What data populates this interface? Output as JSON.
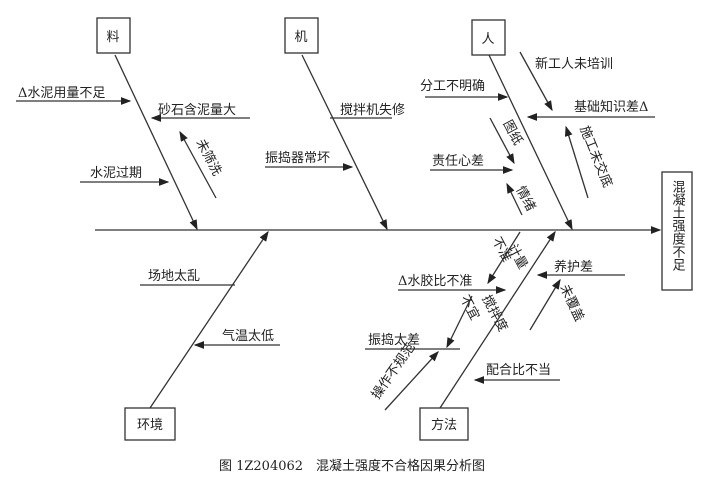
{
  "effect": "混凝土强度不足",
  "categories": {
    "material": "料",
    "machine": "机",
    "man": "人",
    "environment": "环境",
    "method": "方法"
  },
  "causes": {
    "material": [
      "Δ水泥用量不足",
      "砂石含泥量大",
      "未筛洗",
      "水泥过期"
    ],
    "machine": [
      "搅拌机失修",
      "振捣器常坏"
    ],
    "man": [
      "分工不明确",
      "责任心差",
      "图纸",
      "情绪",
      "新工人未培训",
      "基础知识差Δ",
      "施工未交底"
    ],
    "environment": [
      "场地太乱",
      "气温太低"
    ],
    "method": [
      "计量",
      "不准",
      "Δ水胶比不准",
      "搅拌度",
      "不宜",
      "振捣太差",
      "操作不规范",
      "养护差",
      "未覆盖",
      "配合比不当"
    ]
  },
  "caption": "图 1Z204062　混凝土强度不合格因果分析图"
}
